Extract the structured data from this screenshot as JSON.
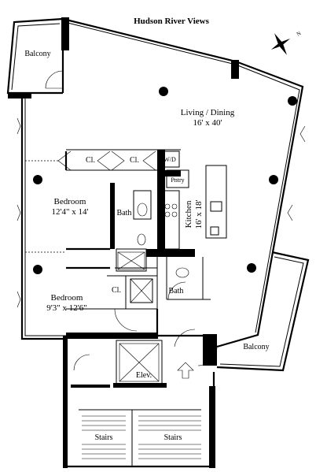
{
  "plan": {
    "title": "Hudson River Views",
    "rooms": {
      "balcony_top": "Balcony",
      "balcony_right": "Balcony",
      "living_name": "Living / Dining",
      "living_size": "16' x 40'",
      "bedroom1_name": "Bedroom",
      "bedroom1_size": "12'4\" x 14'",
      "bedroom2_name": "Bedroom",
      "bedroom2_size": "9'3\" x 12'6\"",
      "kitchen_name": "Kitchen",
      "kitchen_size": "16' x 18'",
      "bath1": "Bath",
      "bath2": "Bath",
      "closet1": "Cl.",
      "closet2": "Cl.",
      "closet3": "Cl.",
      "washer_dryer": "W/D",
      "pantry": "Pntry",
      "elevator": "Elev.",
      "stairs_left": "Stairs",
      "stairs_right": "Stairs"
    },
    "compass_label": "N"
  }
}
